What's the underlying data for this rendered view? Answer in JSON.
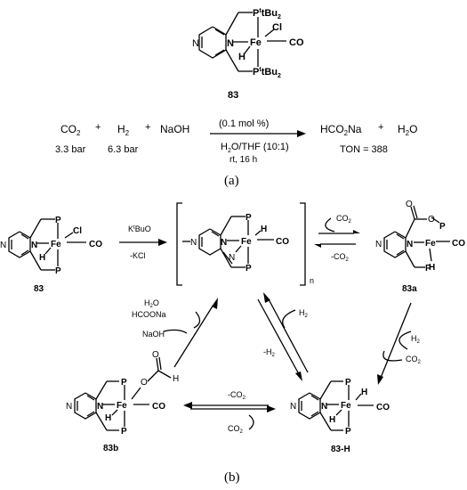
{
  "part_a": {
    "label": "(a)",
    "catalyst": {
      "label": "83",
      "atoms": {
        "P_top": "P",
        "tBu_top": "tBu",
        "P_bottom": "P",
        "tBu_bottom": "tBu",
        "Fe": "Fe",
        "N_ring": "N",
        "N_para": "N",
        "Cl": "Cl",
        "CO": "CO",
        "H": "H"
      },
      "sub2": "2",
      "sup_t": "t"
    },
    "reaction": {
      "co2": "CO",
      "co2_sub": "2",
      "co2_pressure": "3.3 bar",
      "plus1": "+",
      "h2": "H",
      "h2_sub": "2",
      "h2_pressure": "6.3 bar",
      "plus2": "+",
      "naoh": "NaOH",
      "cat_loading": "(0.1 mol %)",
      "solvent": "H",
      "solvent_rest": "O/THF (10:1)",
      "solvent_sub": "2",
      "conditions": "rt, 16 h",
      "product1": "HCO",
      "product1_sub": "2",
      "product1_rest": "Na",
      "plus3": "+",
      "product2": "H",
      "product2_sub": "2",
      "product2_rest": "O",
      "ton": "TON = 388"
    }
  },
  "part_b": {
    "label": "(b)",
    "structures": {
      "s83": {
        "label": "83",
        "P1": "P",
        "P2": "P",
        "Fe": "Fe",
        "N": "N",
        "N2": "N",
        "Cl": "Cl",
        "CO": "CO",
        "H": "H"
      },
      "polymer": {
        "P1": "P",
        "P2": "P",
        "Fe": "Fe",
        "N": "N",
        "N2": "N",
        "Nbr": "N",
        "CO": "CO",
        "H": "H",
        "n": "n"
      },
      "s83a": {
        "label": "83a",
        "O1": "O",
        "O2": "O",
        "P1": "P",
        "P2": "P",
        "Fe": "Fe",
        "N": "N",
        "N2": "N",
        "CO": "CO",
        "H": "H"
      },
      "s83b": {
        "label": "83b",
        "O1": "O",
        "O2": "O",
        "H_f": "H",
        "P1": "P",
        "P2": "P",
        "Fe": "Fe",
        "N": "N",
        "N2": "N",
        "CO": "CO",
        "H": "H"
      },
      "s83H": {
        "label": "83-H",
        "P1": "P",
        "P2": "P",
        "Fe": "Fe",
        "N": "N",
        "N2": "N",
        "CO": "CO",
        "H1": "H",
        "H2": "H"
      }
    },
    "arrows": {
      "step1_top": "K",
      "step1_sup": "t",
      "step1_rest": "BuO",
      "step1_bottom": "-KCl",
      "co2_add": "CO",
      "co2_add_sub": "2",
      "co2_rem": "-CO",
      "co2_rem_sub": "2",
      "h2_add_a": "H",
      "h2_add_a_sub": "2",
      "co2_out_a": "CO",
      "co2_out_a_sub": "2",
      "h2_add_c": "H",
      "h2_add_c_sub": "2",
      "h2_rem_c": "-H",
      "h2_rem_c_sub": "2",
      "co2_rem_b": "-CO",
      "co2_rem_b_sub": "2",
      "co2_add_b": "CO",
      "co2_add_b_sub": "2",
      "out_h2o": "H",
      "out_h2o_sub": "2",
      "out_h2o_rest": "O",
      "out_hcoona": "HCOONa",
      "in_naoh": "NaOH"
    }
  }
}
